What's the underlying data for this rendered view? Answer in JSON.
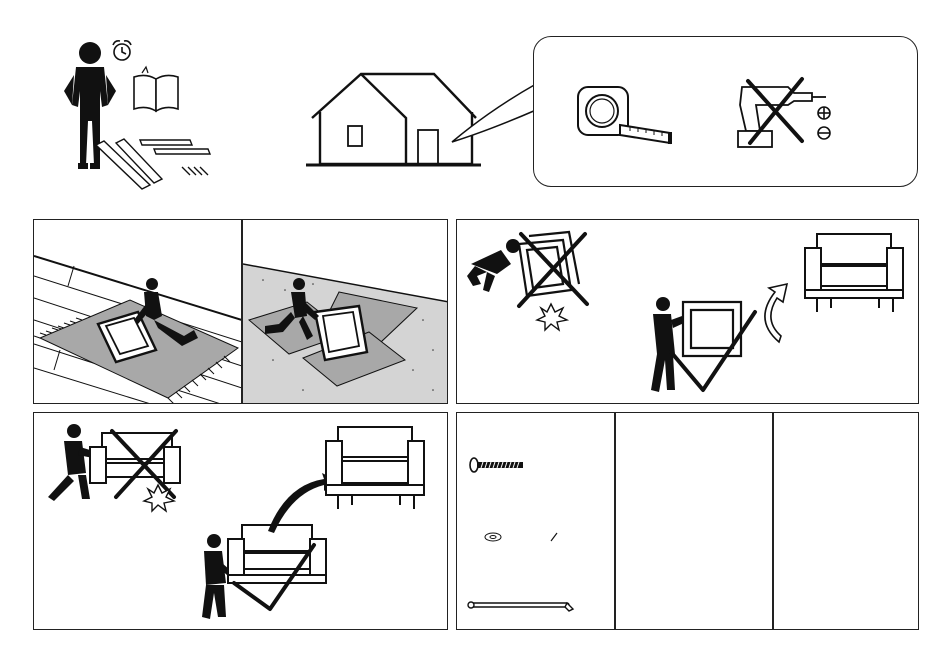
{
  "document": {
    "type": "assembly-instructions",
    "labels": {}
  },
  "icons": {
    "alarm_clock": "alarm-clock-icon",
    "open_book": "open-book-icon",
    "house": "house-icon",
    "tape_measure": "tape-measure-icon",
    "power_drill": "power-drill-icon",
    "phillips": "phillips-screwdriver-icon",
    "flathead": "flathead-screwdriver-icon",
    "cross_mark": "x-mark-icon",
    "check_mark": "check-mark-icon",
    "impact_burst": "impact-burst-icon",
    "curved_arrow": "curved-arrow-icon"
  },
  "hardware": [
    {
      "name": "bolt"
    },
    {
      "name": "washer"
    },
    {
      "name": "small-pin"
    },
    {
      "name": "allen-key"
    }
  ],
  "colors": {
    "ink": "#111111",
    "floor_gray": "#a8a8a8",
    "ground_gray": "#d4d4d4"
  }
}
